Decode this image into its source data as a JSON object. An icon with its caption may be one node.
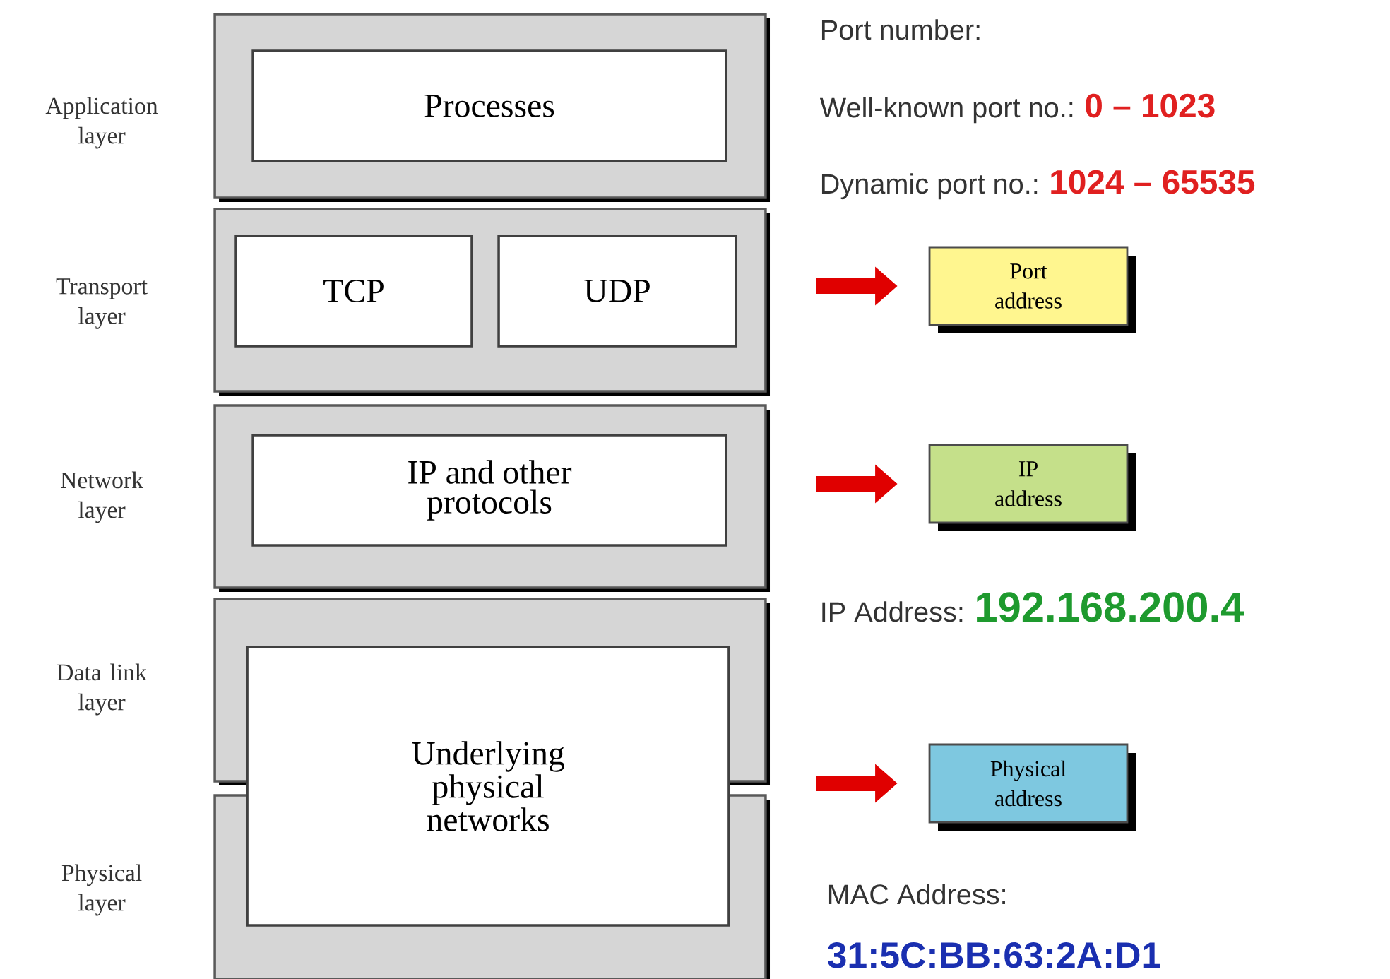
{
  "diagram": {
    "nodes": [
      {
        "text": [
          "Application layer"
        ]
      },
      {
        "text": [
          "Processes"
        ],
        "in": 0
      },
      {
        "text": [
          "Transport layer"
        ]
      },
      {
        "text": [
          "TCP"
        ],
        "in": 2
      },
      {
        "text": [
          "UDP"
        ],
        "in": 2
      },
      {
        "text": [
          "Network layer"
        ]
      },
      {
        "text": [
          "IP and other protocols"
        ],
        "in": 5
      },
      {
        "text": [
          "Data link layer"
        ]
      },
      {
        "text": [
          "Physical layer"
        ]
      },
      {
        "text": [
          "Underlying physical networks"
        ]
      },
      {
        "text": [
          "Port address"
        ]
      },
      {
        "text": [
          "IP address"
        ]
      },
      {
        "text": [
          "Physical address"
        ]
      }
    ],
    "edges": [
      {
        "from": 2,
        "to": 10,
        "arrow": "to"
      },
      {
        "from": 5,
        "to": 11,
        "arrow": "to"
      },
      {
        "from": 7,
        "to": 12,
        "arrow": "to"
      }
    ],
    "labels": [
      "Port number:",
      "Well-known port no.:",
      "0 – 1023",
      "Dynamic port no.:",
      "1024 – 65535",
      "IP Address:",
      "192.168.200.4",
      "MAC Address:",
      "31:5C:BB:63:2A:D1"
    ]
  }
}
